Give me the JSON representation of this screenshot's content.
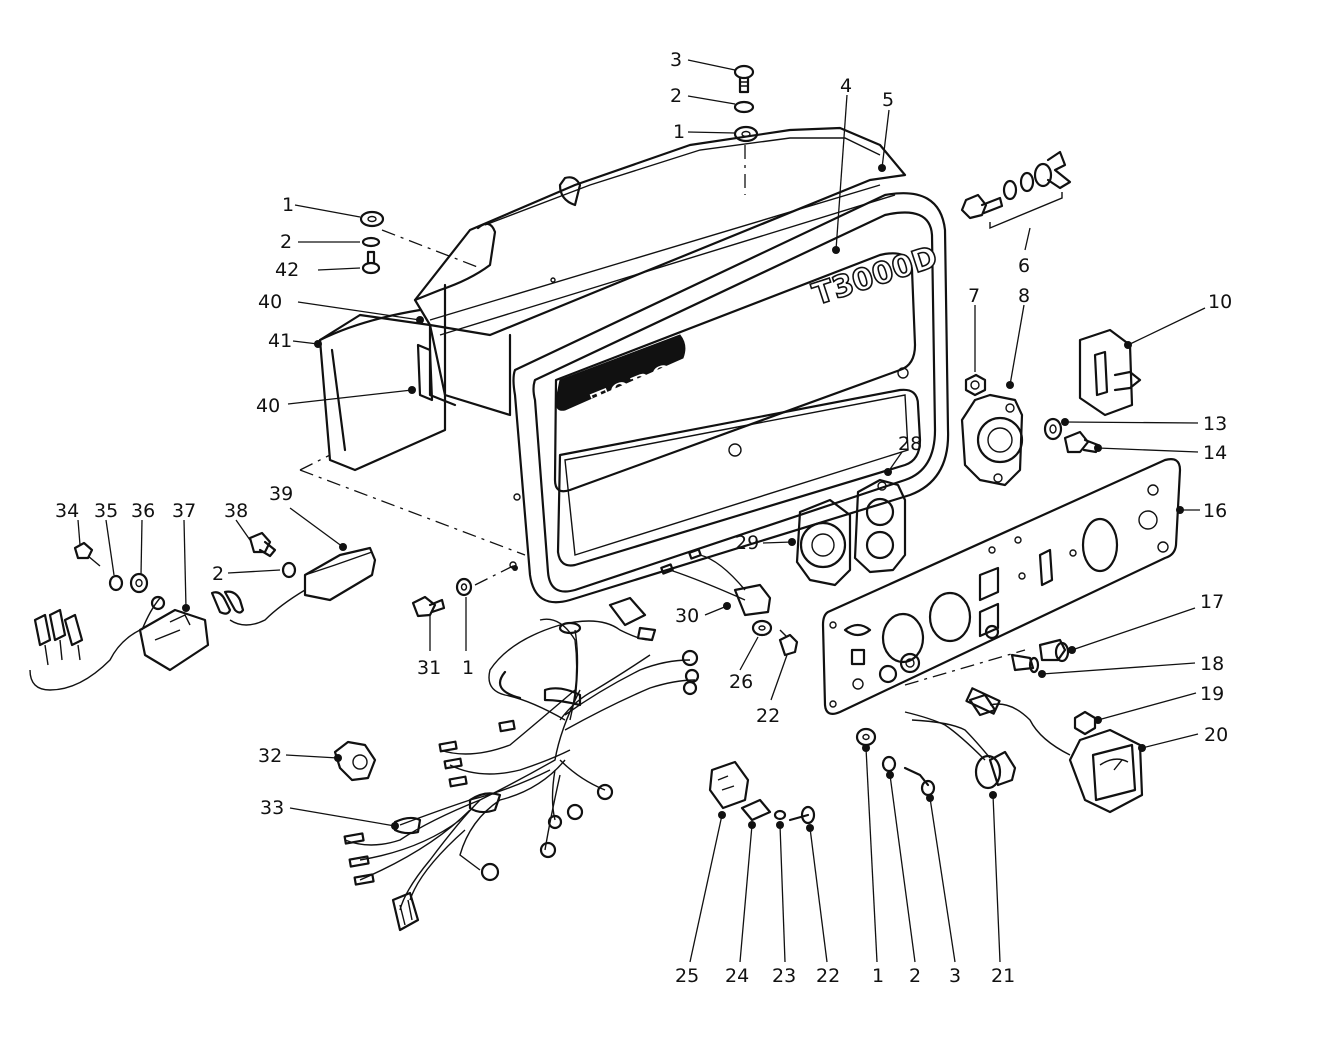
{
  "diagram": {
    "brand_label": "TORO",
    "model_label": "T3000D",
    "callouts": [
      {
        "id": "c3a",
        "text": "3"
      },
      {
        "id": "c2a",
        "text": "2"
      },
      {
        "id": "c1a",
        "text": "1"
      },
      {
        "id": "c4",
        "text": "4"
      },
      {
        "id": "c5",
        "text": "5"
      },
      {
        "id": "c1b",
        "text": "1"
      },
      {
        "id": "c2b",
        "text": "2"
      },
      {
        "id": "c42",
        "text": "42"
      },
      {
        "id": "c40a",
        "text": "40"
      },
      {
        "id": "c41",
        "text": "41"
      },
      {
        "id": "c40b",
        "text": "40"
      },
      {
        "id": "c6",
        "text": "6"
      },
      {
        "id": "c7",
        "text": "7"
      },
      {
        "id": "c8",
        "text": "8"
      },
      {
        "id": "c10",
        "text": "10"
      },
      {
        "id": "c13",
        "text": "13"
      },
      {
        "id": "c14",
        "text": "14"
      },
      {
        "id": "c28",
        "text": "28"
      },
      {
        "id": "c16",
        "text": "16"
      },
      {
        "id": "c29",
        "text": "29"
      },
      {
        "id": "c34",
        "text": "34"
      },
      {
        "id": "c35",
        "text": "35"
      },
      {
        "id": "c36",
        "text": "36"
      },
      {
        "id": "c37",
        "text": "37"
      },
      {
        "id": "c38",
        "text": "38"
      },
      {
        "id": "c39",
        "text": "39"
      },
      {
        "id": "c2c",
        "text": "2"
      },
      {
        "id": "c30",
        "text": "30"
      },
      {
        "id": "c17",
        "text": "17"
      },
      {
        "id": "c18",
        "text": "18"
      },
      {
        "id": "c31",
        "text": "31"
      },
      {
        "id": "c1c",
        "text": "1"
      },
      {
        "id": "c26",
        "text": "26"
      },
      {
        "id": "c22a",
        "text": "22"
      },
      {
        "id": "c19",
        "text": "19"
      },
      {
        "id": "c20",
        "text": "20"
      },
      {
        "id": "c32",
        "text": "32"
      },
      {
        "id": "c33",
        "text": "33"
      },
      {
        "id": "c25",
        "text": "25"
      },
      {
        "id": "c24",
        "text": "24"
      },
      {
        "id": "c23",
        "text": "23"
      },
      {
        "id": "c22b",
        "text": "22"
      },
      {
        "id": "c1d",
        "text": "1"
      },
      {
        "id": "c2d",
        "text": "2"
      },
      {
        "id": "c3b",
        "text": "3"
      },
      {
        "id": "c21",
        "text": "21"
      }
    ]
  }
}
